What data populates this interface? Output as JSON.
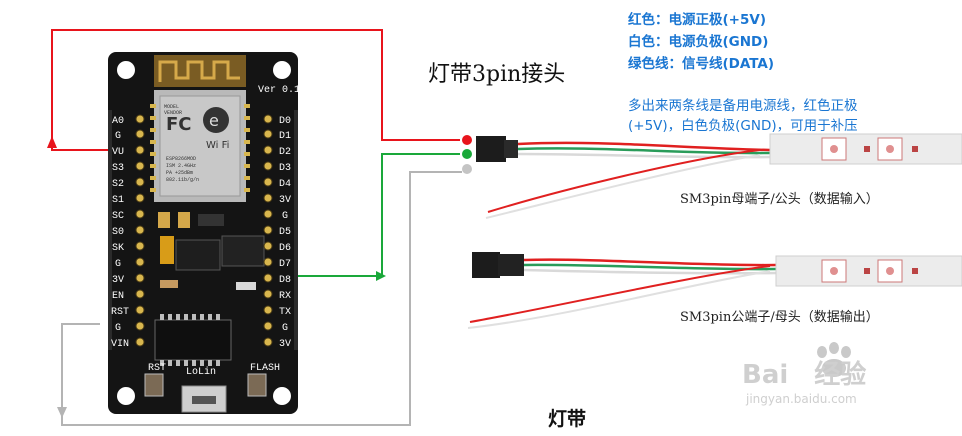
{
  "board": {
    "version": "Ver 0.1",
    "brand": "LoLin",
    "left_pins": [
      "A0",
      "G",
      "VU",
      "S3",
      "S2",
      "S1",
      "SC",
      "S0",
      "SK",
      "G",
      "3V",
      "EN",
      "RST",
      "G",
      "VIN"
    ],
    "right_pins": [
      "D0",
      "D1",
      "D2",
      "D3",
      "D4",
      "3V",
      "G",
      "D5",
      "D6",
      "D7",
      "D8",
      "RX",
      "TX",
      "G",
      "3V"
    ],
    "button_left": "RST",
    "button_right": "FLASH",
    "module_text": [
      "MODEL",
      "VENDOR",
      "ESP8266MOD",
      "ISM 2.4GHz",
      "PA +25dBm",
      "802.11b/g/n"
    ],
    "wifi_logo": "Wi Fi"
  },
  "connector_title": "灯带3pin接头",
  "legend": {
    "red": "红色：电源正极(+5V)",
    "white": "白色：电源负极(GND)",
    "green": "绿色线：信号线(DATA)"
  },
  "note": "多出来两条线是备用电源线，红色正极(+5V)，白色负极(GND)，可用于补压",
  "label_input": "SM3pin母端子/公头（数据输入）",
  "label_output": "SM3pin公端子/母头（数据输出）",
  "strip_label": "灯带",
  "watermark": {
    "logo": "Bai",
    "logo_suffix": "经验",
    "url": "jingyan.baidu.com"
  },
  "colors": {
    "red_wire": "#e8141c",
    "green_wire": "#1aa83a",
    "gray_wire": "#b4b4b4",
    "text_blue": "#1a76d2"
  }
}
